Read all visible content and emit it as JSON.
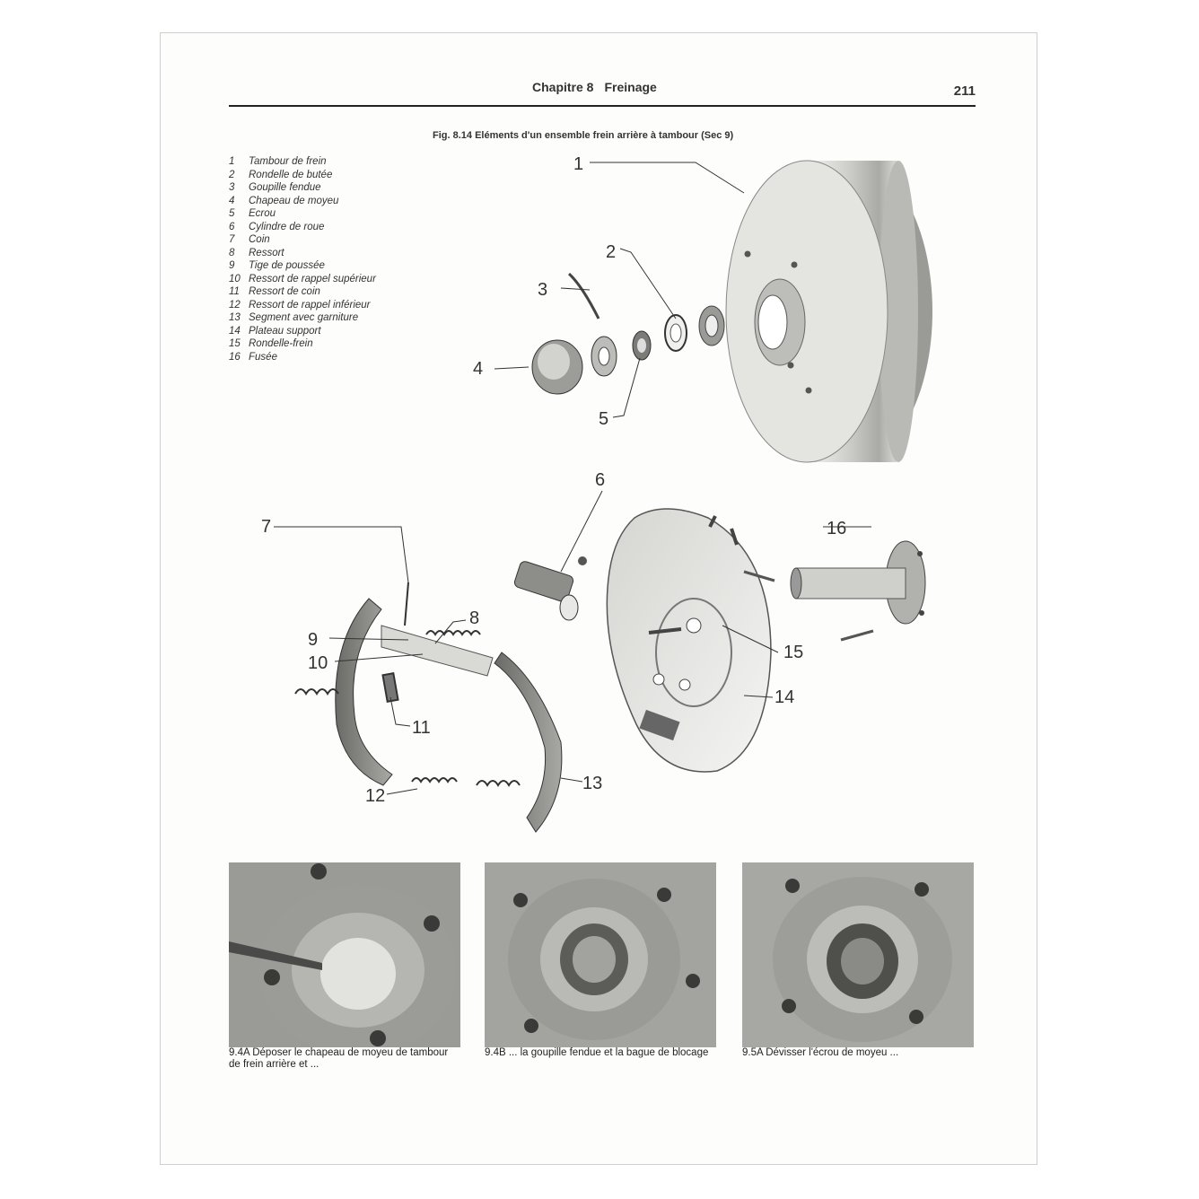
{
  "header": {
    "chapter": "Chapitre 8",
    "title": "Freinage",
    "page_number": "211"
  },
  "figure": {
    "caption": "Fig. 8.14 Eléments d'un ensemble frein arrière à tambour (Sec 9)",
    "legend": [
      {
        "num": "1",
        "label": "Tambour de frein"
      },
      {
        "num": "2",
        "label": "Rondelle de butée"
      },
      {
        "num": "3",
        "label": "Goupille fendue"
      },
      {
        "num": "4",
        "label": "Chapeau de moyeu"
      },
      {
        "num": "5",
        "label": "Ecrou"
      },
      {
        "num": "6",
        "label": "Cylindre de roue"
      },
      {
        "num": "7",
        "label": "Coin"
      },
      {
        "num": "8",
        "label": "Ressort"
      },
      {
        "num": "9",
        "label": "Tige de poussée"
      },
      {
        "num": "10",
        "label": "Ressort de rappel supérieur"
      },
      {
        "num": "11",
        "label": "Ressort de coin"
      },
      {
        "num": "12",
        "label": "Ressort de rappel inférieur"
      },
      {
        "num": "13",
        "label": "Segment avec garniture"
      },
      {
        "num": "14",
        "label": "Plateau support"
      },
      {
        "num": "15",
        "label": "Rondelle-frein"
      },
      {
        "num": "16",
        "label": "Fusée"
      }
    ],
    "callouts": [
      "1",
      "2",
      "3",
      "4",
      "5",
      "6",
      "7",
      "8",
      "9",
      "10",
      "11",
      "12",
      "13",
      "14",
      "15",
      "16"
    ]
  },
  "photos": [
    {
      "caption": "9.4A Déposer le chapeau de moyeu de tambour de frein arrière et ..."
    },
    {
      "caption": "9.4B ... la goupille fendue et la bague de blocage"
    },
    {
      "caption": "9.5A Dévisser l'écrou de moyeu ..."
    }
  ]
}
